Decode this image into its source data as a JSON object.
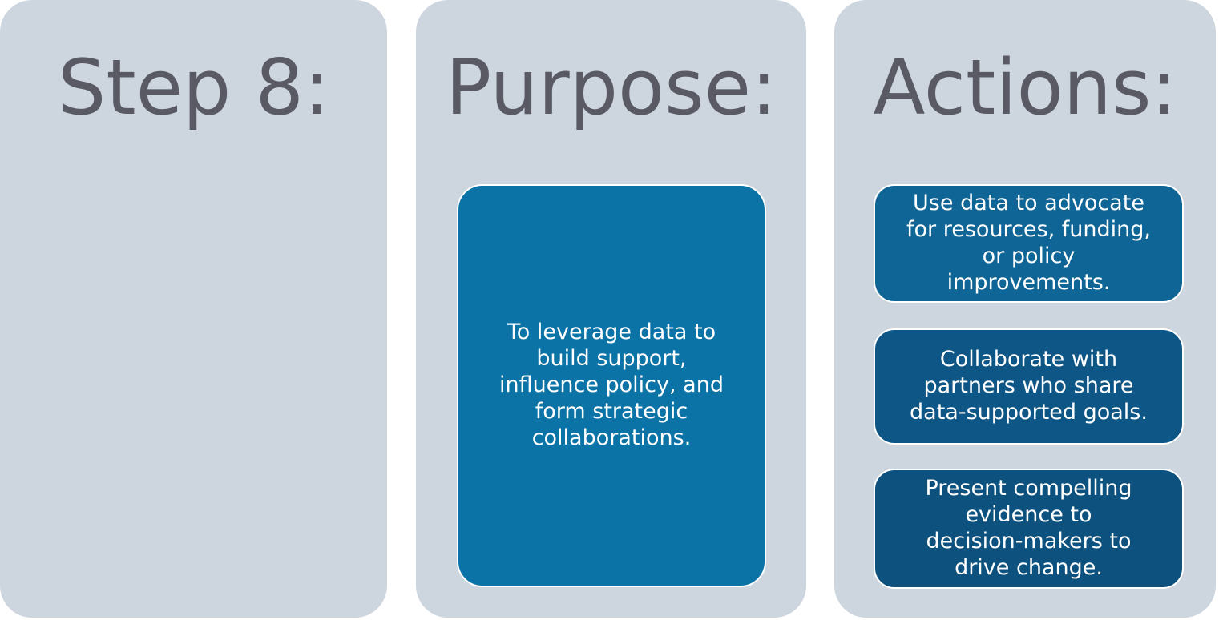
{
  "diagram": {
    "columns": [
      {
        "title": "Step 8:",
        "cards": []
      },
      {
        "title": "Purpose:",
        "cards": [
          {
            "text": "To leverage data to\nbuild support,\ninfluence policy, and\nform strategic\ncollaborations."
          }
        ]
      },
      {
        "title": "Actions:",
        "cards": [
          {
            "text": "Use data to advocate\nfor resources, funding,\nor policy\nimprovements."
          },
          {
            "text": "Collaborate with\npartners who share\ndata-supported goals."
          },
          {
            "text": "Present compelling\nevidence to\ndecision-makers to\ndrive change."
          }
        ]
      }
    ],
    "colors": {
      "column_background": "#cdd5de",
      "title_text": "#595a63",
      "purpose_card": "#0b73a6",
      "action_card_1": "#0f6595",
      "action_card_2": "#0e5685",
      "action_card_3": "#0d527f",
      "card_text": "#ffffff",
      "card_border": "#ffffff"
    }
  }
}
